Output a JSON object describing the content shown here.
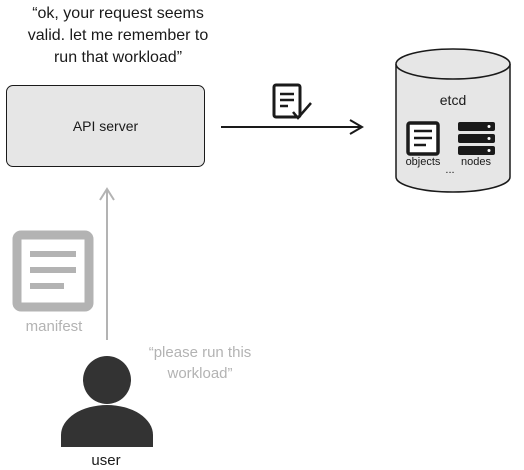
{
  "api_server": {
    "label": "API server",
    "quote": "“ok, your request seems valid. let me remember to run that workload”"
  },
  "etcd": {
    "label": "etcd",
    "objects_label": "objects",
    "nodes_label": "nodes",
    "more_label": "..."
  },
  "manifest": {
    "label": "manifest"
  },
  "user": {
    "label": "user",
    "quote": "“please run this workload”"
  },
  "colors": {
    "stroke": "#1a1a1a",
    "box_fill": "#e6e6e6",
    "muted": "#b3b3b3"
  }
}
